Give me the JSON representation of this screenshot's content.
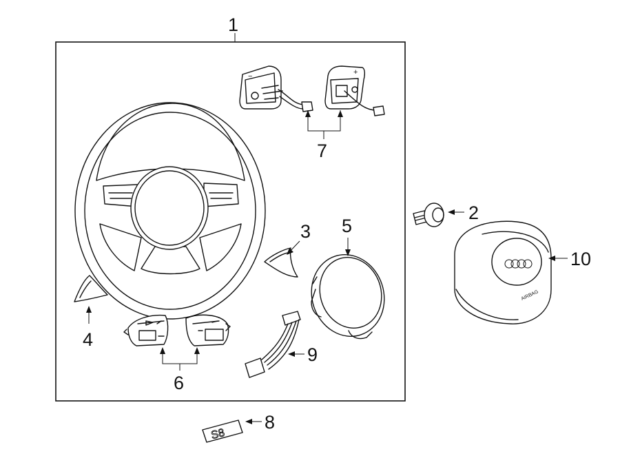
{
  "callouts": {
    "c1": "1",
    "c2": "2",
    "c3": "3",
    "c4": "4",
    "c5": "5",
    "c6": "6",
    "c7": "7",
    "c8": "8",
    "c9": "9",
    "c10": "10"
  },
  "markings": {
    "airbag_text": "AIRBAG",
    "badge_text": "S8",
    "switch_minus": "−",
    "switch_plus": "+"
  }
}
